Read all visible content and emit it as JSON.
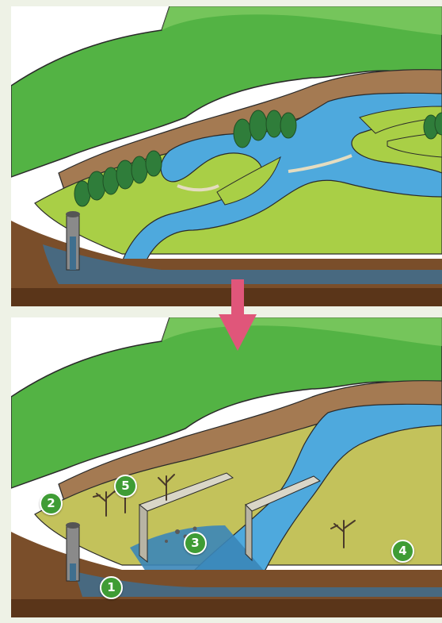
{
  "colors": {
    "hill": "#53b344",
    "hill_light": "#8cd06a",
    "floodplain": "#a9cf46",
    "dry_floodplain": "#c3c25b",
    "river": "#4ea9dd",
    "river_deep": "#3b86b8",
    "soil": "#7a4e2a",
    "soil_dark": "#5a3519",
    "bank": "#a47a52",
    "groundwater": "#3f6f8f",
    "tree": "#2f7d3a",
    "arrow": "#e0567a",
    "marker": "#3f9c35"
  },
  "icons": {
    "transition": "arrow-down-icon",
    "well": "well-icon",
    "tree": "tree-icon",
    "dead_tree": "dead-tree-icon"
  },
  "markers": [
    {
      "label": "1"
    },
    {
      "label": "2"
    },
    {
      "label": "3"
    },
    {
      "label": "4"
    },
    {
      "label": "5"
    }
  ]
}
